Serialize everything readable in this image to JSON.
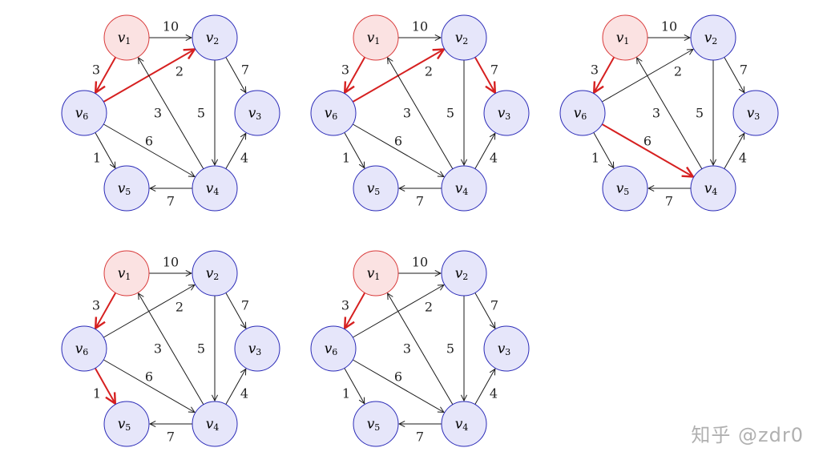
{
  "colors": {
    "node_fill": "#e6e6fa",
    "node_stroke": "#2b2bb8",
    "source_fill": "#fbe2e2",
    "source_stroke": "#d93a3a",
    "edge": "#1a1a1a",
    "highlight": "#d62020"
  },
  "graph": {
    "nodes": [
      {
        "id": "v1",
        "label": "v",
        "sub": "1",
        "source": true
      },
      {
        "id": "v2",
        "label": "v",
        "sub": "2"
      },
      {
        "id": "v3",
        "label": "v",
        "sub": "3"
      },
      {
        "id": "v4",
        "label": "v",
        "sub": "4"
      },
      {
        "id": "v5",
        "label": "v",
        "sub": "5"
      },
      {
        "id": "v6",
        "label": "v",
        "sub": "6"
      }
    ],
    "edges": [
      {
        "id": "e12",
        "from": "v1",
        "to": "v2",
        "weight": "10"
      },
      {
        "id": "e16",
        "from": "v1",
        "to": "v6",
        "weight": "3"
      },
      {
        "id": "e62",
        "from": "v6",
        "to": "v2",
        "weight": "2"
      },
      {
        "id": "e23",
        "from": "v2",
        "to": "v3",
        "weight": "7"
      },
      {
        "id": "e24",
        "from": "v2",
        "to": "v4",
        "weight": "5"
      },
      {
        "id": "e41",
        "from": "v4",
        "to": "v1",
        "weight": "3"
      },
      {
        "id": "e64",
        "from": "v6",
        "to": "v4",
        "weight": "6"
      },
      {
        "id": "e65",
        "from": "v6",
        "to": "v5",
        "weight": "1"
      },
      {
        "id": "e43",
        "from": "v4",
        "to": "v3",
        "weight": "4"
      },
      {
        "id": "e45",
        "from": "v4",
        "to": "v5",
        "weight": "7"
      }
    ]
  },
  "panels": [
    {
      "highlighted_edges": [
        "e16",
        "e62"
      ]
    },
    {
      "highlighted_edges": [
        "e16",
        "e62",
        "e23"
      ]
    },
    {
      "highlighted_edges": [
        "e16",
        "e64"
      ]
    },
    {
      "highlighted_edges": [
        "e16",
        "e65"
      ]
    },
    {
      "highlighted_edges": [
        "e16"
      ]
    }
  ],
  "watermark": "知乎 @zdr0"
}
